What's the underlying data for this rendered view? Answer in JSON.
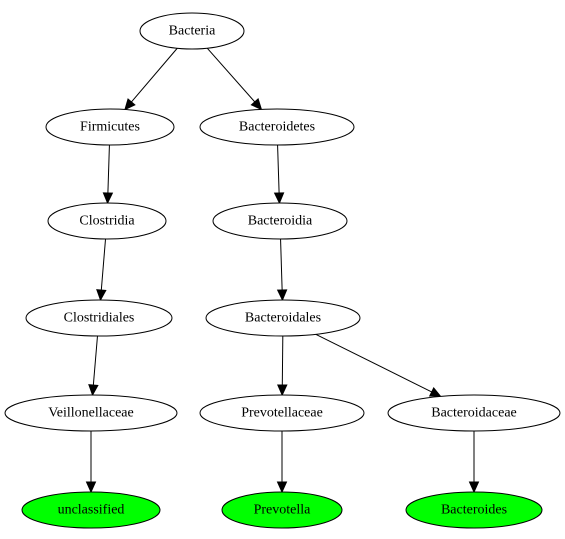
{
  "diagram": {
    "colors": {
      "default_fill": "#ffffff",
      "leaf_fill": "#00ff00",
      "stroke": "#000000"
    },
    "nodes": [
      {
        "id": "bacteria",
        "label": "Bacteria",
        "fill": "#ffffff"
      },
      {
        "id": "firmicutes",
        "label": "Firmicutes",
        "fill": "#ffffff"
      },
      {
        "id": "bacteroidetes",
        "label": "Bacteroidetes",
        "fill": "#ffffff"
      },
      {
        "id": "clostridia",
        "label": "Clostridia",
        "fill": "#ffffff"
      },
      {
        "id": "bacteroidia",
        "label": "Bacteroidia",
        "fill": "#ffffff"
      },
      {
        "id": "clostridiales",
        "label": "Clostridiales",
        "fill": "#ffffff"
      },
      {
        "id": "bacteroidales",
        "label": "Bacteroidales",
        "fill": "#ffffff"
      },
      {
        "id": "veillonellaceae",
        "label": "Veillonellaceae",
        "fill": "#ffffff"
      },
      {
        "id": "prevotellaceae",
        "label": "Prevotellaceae",
        "fill": "#ffffff"
      },
      {
        "id": "bacteroidaceae",
        "label": "Bacteroidaceae",
        "fill": "#ffffff"
      },
      {
        "id": "unclassified",
        "label": "unclassified",
        "fill": "#00ff00"
      },
      {
        "id": "prevotella",
        "label": "Prevotella",
        "fill": "#00ff00"
      },
      {
        "id": "bacteroides",
        "label": "Bacteroides",
        "fill": "#00ff00"
      }
    ],
    "edges": [
      {
        "from": "bacteria",
        "to": "firmicutes"
      },
      {
        "from": "bacteria",
        "to": "bacteroidetes"
      },
      {
        "from": "firmicutes",
        "to": "clostridia"
      },
      {
        "from": "bacteroidetes",
        "to": "bacteroidia"
      },
      {
        "from": "clostridia",
        "to": "clostridiales"
      },
      {
        "from": "bacteroidia",
        "to": "bacteroidales"
      },
      {
        "from": "clostridiales",
        "to": "veillonellaceae"
      },
      {
        "from": "bacteroidales",
        "to": "prevotellaceae"
      },
      {
        "from": "bacteroidales",
        "to": "bacteroidaceae"
      },
      {
        "from": "veillonellaceae",
        "to": "unclassified"
      },
      {
        "from": "prevotellaceae",
        "to": "prevotella"
      },
      {
        "from": "bacteroidaceae",
        "to": "bacteroides"
      }
    ]
  }
}
